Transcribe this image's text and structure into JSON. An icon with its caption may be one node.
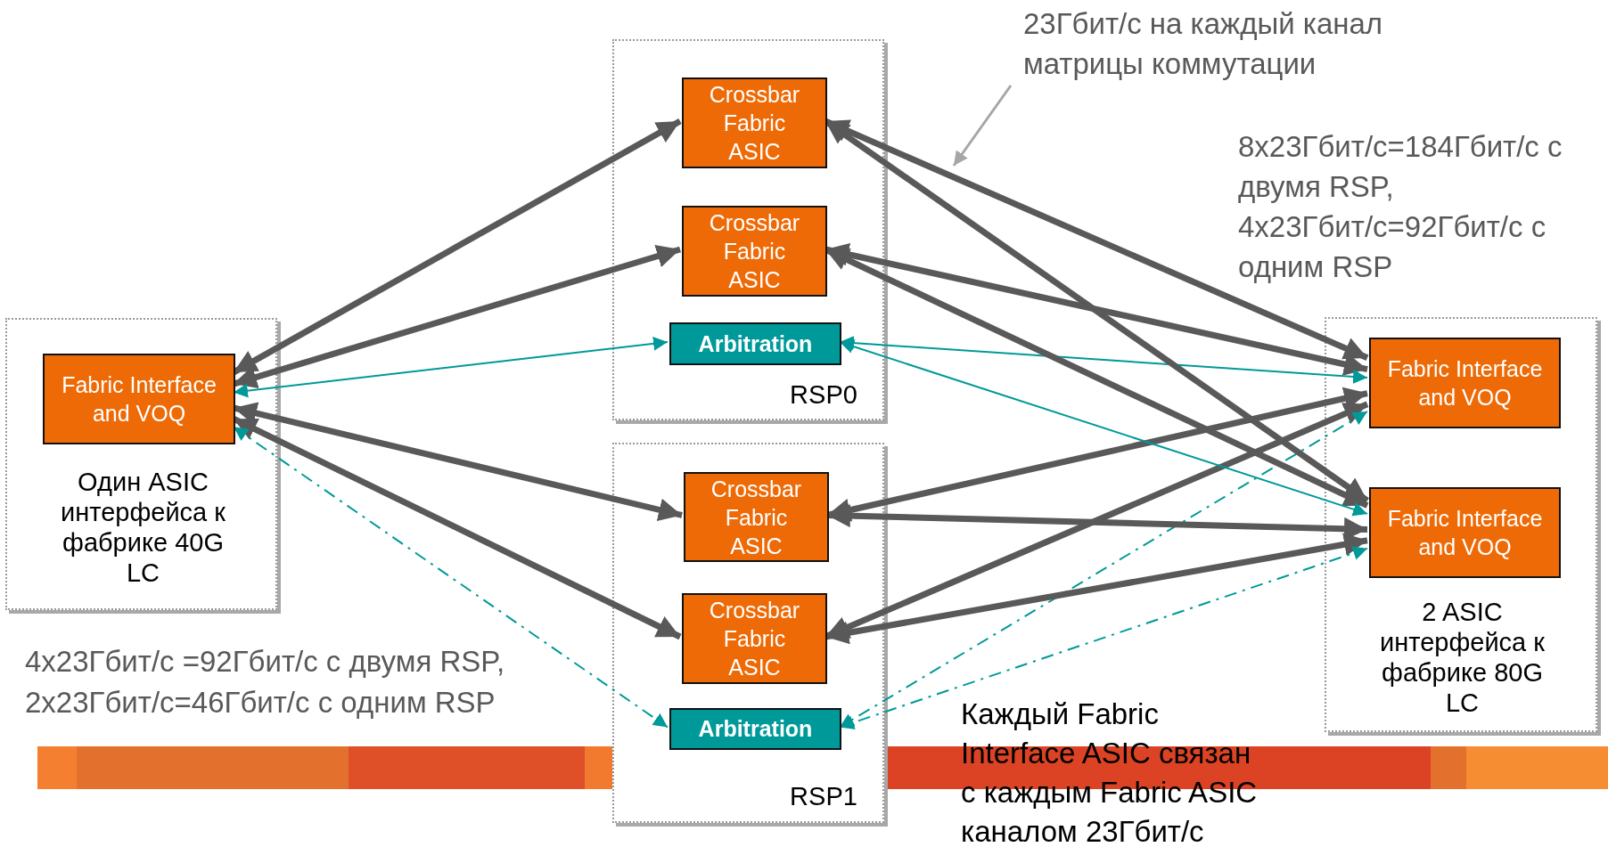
{
  "diagram": {
    "nodes": [
      {
        "text": [
          "Один ASIC интерфейса к фабрике 40G LC"
        ]
      },
      {
        "text": [
          "Fabric Interface and VOQ"
        ],
        "in": 0
      },
      {
        "text": [
          "RSP0"
        ]
      },
      {
        "text": [
          "Crossbar Fabric ASIC"
        ],
        "in": 2
      },
      {
        "text": [
          "Crossbar Fabric ASIC"
        ],
        "in": 2
      },
      {
        "text": [
          "Arbitration"
        ],
        "in": 2
      },
      {
        "text": [
          "RSP1"
        ]
      },
      {
        "text": [
          "Crossbar Fabric ASIC"
        ],
        "in": 6
      },
      {
        "text": [
          "Crossbar Fabric ASIC"
        ],
        "in": 6
      },
      {
        "text": [
          "Arbitration"
        ],
        "in": 6
      },
      {
        "text": [
          "2 ASIC интерфейса к фабрике 80G LC"
        ]
      },
      {
        "text": [
          "Fabric Interface and VOQ"
        ],
        "in": 10
      },
      {
        "text": [
          "Fabric Interface and VOQ"
        ],
        "in": 10
      },
      {
        "text": [
          "23Гбит/с на каждый канал матрицы коммутации"
        ]
      }
    ],
    "edges": [
      {
        "from": 1,
        "to": 3,
        "arrow": "both"
      },
      {
        "from": 1,
        "to": 4,
        "arrow": "both"
      },
      {
        "from": 1,
        "to": 5,
        "arrow": "both",
        "color": "#009999"
      },
      {
        "from": 1,
        "to": 7,
        "arrow": "both"
      },
      {
        "from": 1,
        "to": 8,
        "arrow": "both"
      },
      {
        "from": 1,
        "to": 9,
        "arrow": "both",
        "style": "dashed",
        "color": "#009999"
      },
      {
        "from": 11,
        "to": 3,
        "arrow": "both"
      },
      {
        "from": 11,
        "to": 4,
        "arrow": "both"
      },
      {
        "from": 11,
        "to": 5,
        "arrow": "both",
        "color": "#009999"
      },
      {
        "from": 11,
        "to": 7,
        "arrow": "both"
      },
      {
        "from": 11,
        "to": 8,
        "arrow": "both"
      },
      {
        "from": 11,
        "to": 9,
        "arrow": "both",
        "style": "dashed",
        "color": "#009999"
      },
      {
        "from": 12,
        "to": 3,
        "arrow": "both"
      },
      {
        "from": 12,
        "to": 4,
        "arrow": "both"
      },
      {
        "from": 12,
        "to": 5,
        "arrow": "both",
        "color": "#009999"
      },
      {
        "from": 12,
        "to": 7,
        "arrow": "both"
      },
      {
        "from": 12,
        "to": 8,
        "arrow": "both"
      },
      {
        "from": 12,
        "to": 9,
        "arrow": "both",
        "style": "dashed",
        "color": "#009999"
      },
      {
        "from": 13,
        "to": null,
        "arrow": "to",
        "color": "#a6a6a6"
      }
    ],
    "labels": [
      "8x23Гбит/с=184Гбит/с с двумя RSP,",
      "4x23Гбит/с=92Гбит/с с одним RSP",
      "4x23Гбит/с =92Гбит/с с двумя RSP,",
      "2x23Гбит/с=46Гбит/с с одним RSP",
      "Каждый Fabric Interface ASIC связан с каждым Fabric ASIC каналом 23Гбит/с"
    ]
  }
}
